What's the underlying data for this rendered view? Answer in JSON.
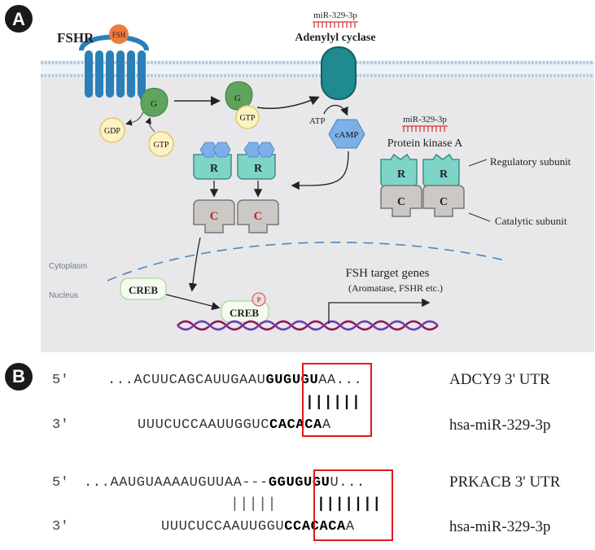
{
  "panel_a": {
    "badge": "A",
    "fshr": "FSHR",
    "fsh": "FSH",
    "g": "G",
    "gdp": "GDP",
    "gtp": "GTP",
    "mir_top": "miR-329-3p",
    "adenylyl_cyclase": "Adenylyl cyclase",
    "atp": "ATP",
    "camp": "cAMP",
    "mir_pka": "miR-329-3p",
    "protein_kinase_a": "Protein kinase A",
    "r": "R",
    "c": "C",
    "regulatory_subunit": "Regulatory subunit",
    "catalytic_subunit": "Catalytic subunit",
    "cytoplasm": "Cytoplasm",
    "nucleus": "Nucleus",
    "creb": "CREB",
    "p": "P",
    "target_genes": "FSH target genes",
    "target_genes_sub": "(Aromatase, FSHR etc.)"
  },
  "panel_b": {
    "badge": "B",
    "pair1": {
      "end5": "5'",
      "seq_pre": "...ACUUCAGCAUUGAAU",
      "seq_seed": "GUGUGU",
      "seq_post": "AA...",
      "label_top": "ADCY9 3' UTR",
      "bars": "||||||",
      "end3": "3'",
      "mir_pre": "UUUCUCCAAUUGGUC",
      "mir_seed": "CACACA",
      "mir_post": "A",
      "label_bottom": "hsa-miR-329-3p"
    },
    "pair2": {
      "end5": "5'",
      "seq_pre": "...AAUGUAAAAUGUUAA---",
      "seq_seed": "GGUGUGU",
      "seq_post": "U...",
      "label_top": "PRKACB 3' UTR",
      "bars_thin": "|||||",
      "bars": "|||||||",
      "end3": "3'",
      "mir_pre": "UUUCUCCAAUUGGU",
      "mir_seed": "CCACACA",
      "mir_post": "A",
      "label_bottom": "hsa-miR-329-3p"
    }
  }
}
